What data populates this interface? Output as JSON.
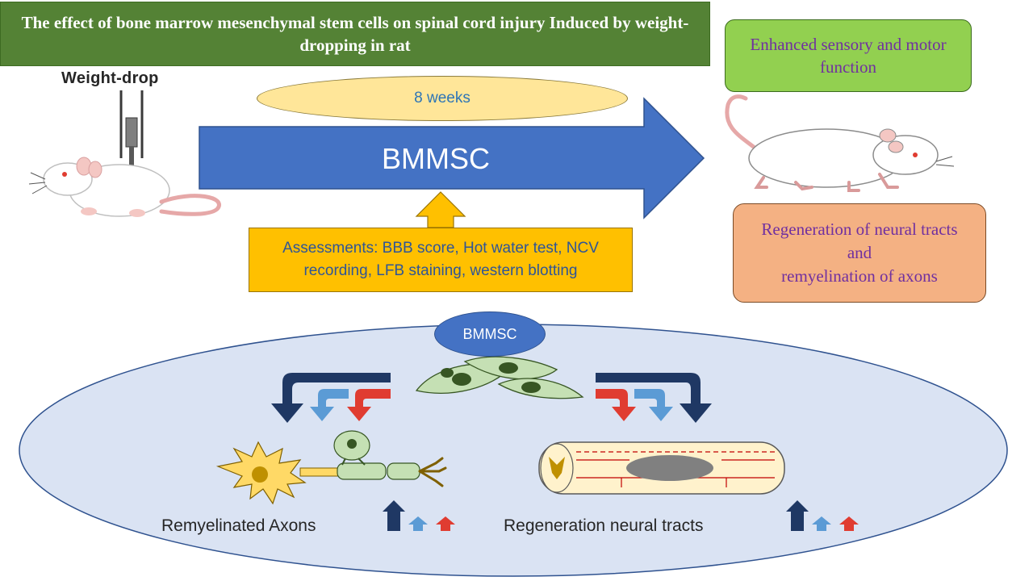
{
  "title": "The effect of bone marrow mesenchymal stem cells on spinal cord injury Induced by weight-dropping in rat",
  "weight_drop_label": "Weight-drop",
  "duration_label": "8 weeks",
  "treatment_label": "BMMSC",
  "assessments": "Assessments: BBB score, Hot water test, NCV recording, LFB staining, western blotting",
  "outcomes": {
    "functional": "Enhanced sensory and motor function",
    "structural_line1": "Regeneration of neural tracts",
    "structural_line2": "and",
    "structural_line3": "remyelination of axons"
  },
  "mechanism": {
    "cell_label": "BMMSC",
    "left_effect": "Remyelinated Axons",
    "right_effect": "Regeneration neural tracts"
  },
  "colors": {
    "title_bg": "#548235",
    "main_arrow": "#4472c4",
    "ellipse": "#ffe699",
    "assess_box": "#ffc000",
    "outcome_green": "#92d050",
    "outcome_orange": "#f4b183",
    "outcome_text": "#7030a0",
    "dark_blue_arrow": "#1f3864",
    "light_blue_arrow": "#5b9bd5",
    "red_arrow": "#e03c31"
  }
}
